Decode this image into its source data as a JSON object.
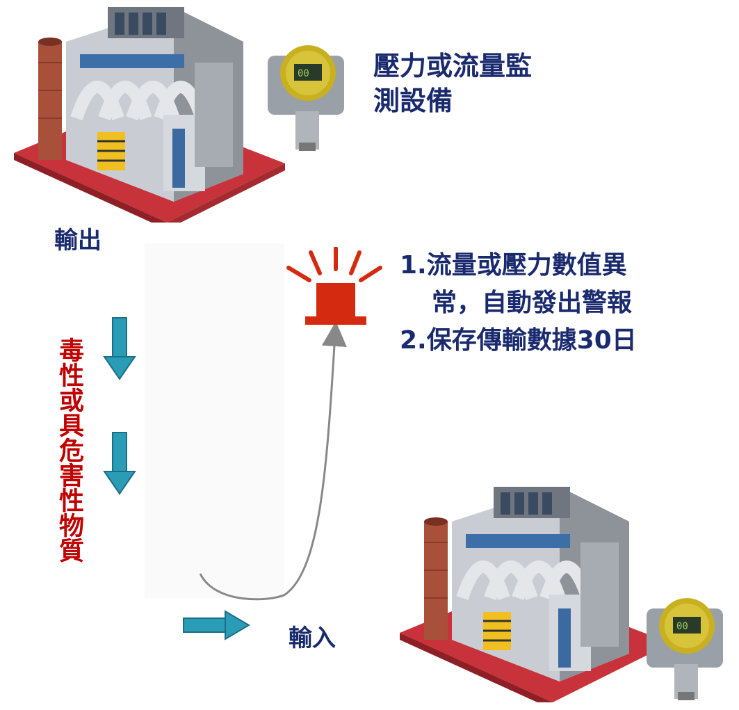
{
  "monitor_device": {
    "label_line1": "壓力或流量監",
    "label_line2": "測設備"
  },
  "flow": {
    "output_label": "輸出",
    "input_label": "輸入",
    "substance_label": "毒性或具危害性物質"
  },
  "alarm": {
    "note1_line1": "1.流量或壓力數值異",
    "note1_line2": "常，自動發出警報",
    "note2": "2.保存傳輸數據30日"
  },
  "colors": {
    "navy_text": "#1a2a6e",
    "red_text": "#c00000",
    "arrow_teal": "#2b9cb5",
    "alarm_red": "#d42a10"
  }
}
